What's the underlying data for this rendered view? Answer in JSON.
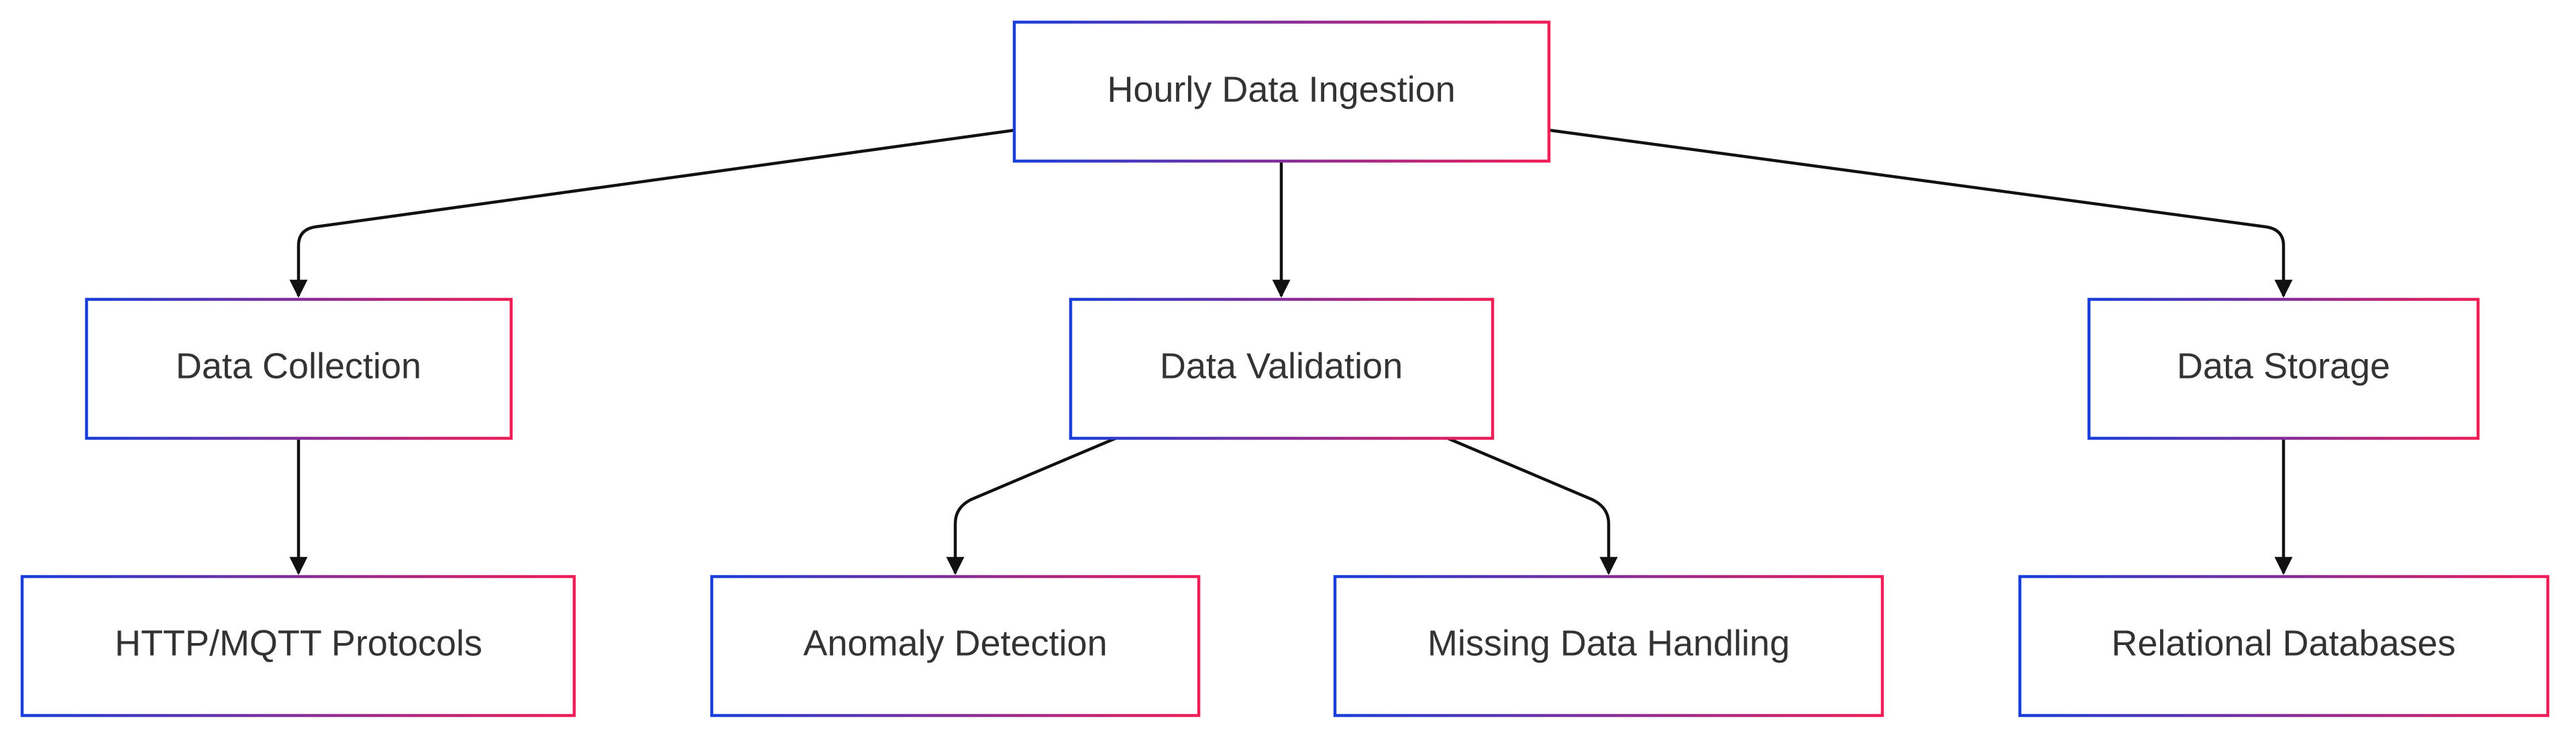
{
  "diagram": {
    "root": {
      "label": "Hourly Data Ingestion"
    },
    "level1": [
      {
        "label": "Data Collection"
      },
      {
        "label": "Data Validation"
      },
      {
        "label": "Data Storage"
      }
    ],
    "level2": [
      {
        "label": "HTTP/MQTT Protocols"
      },
      {
        "label": "Anomaly Detection"
      },
      {
        "label": "Missing Data Handling"
      },
      {
        "label": "Relational Databases"
      }
    ]
  },
  "colors": {
    "border_start": "#1a3fd9",
    "border_end": "#ef1f58",
    "edge": "#111111",
    "text": "#333333",
    "background": "#ffffff"
  }
}
